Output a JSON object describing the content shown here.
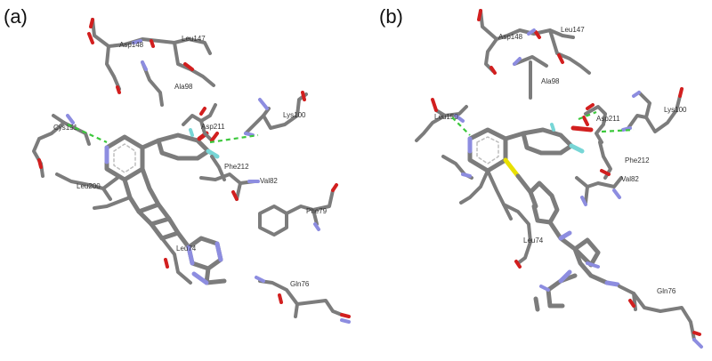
{
  "panels": [
    {
      "label": "(a)",
      "residues": [
        {
          "id": "asp148",
          "text": "Asp148"
        },
        {
          "id": "leu147",
          "text": "Leu147"
        },
        {
          "id": "ala98",
          "text": "Ala98"
        },
        {
          "id": "asp211",
          "text": "Asp211"
        },
        {
          "id": "lys100",
          "text": "Lys100"
        },
        {
          "id": "phe212",
          "text": "Phe212"
        },
        {
          "id": "val82",
          "text": "Val82"
        },
        {
          "id": "phe79",
          "text": "Phe79"
        },
        {
          "id": "leu200",
          "text": "Leu200"
        },
        {
          "id": "leu74",
          "text": "Leu74"
        },
        {
          "id": "gln76",
          "text": "Gln76"
        },
        {
          "id": "cys151",
          "text": "Cys151"
        }
      ]
    },
    {
      "label": "(b)",
      "residues": [
        {
          "id": "asp148",
          "text": "Asp148"
        },
        {
          "id": "leu147",
          "text": "Leu147"
        },
        {
          "id": "ala98",
          "text": "Ala98"
        },
        {
          "id": "asp211",
          "text": "Asp211"
        },
        {
          "id": "lys100",
          "text": "Lys100"
        },
        {
          "id": "phe212",
          "text": "Phe212"
        },
        {
          "id": "val82",
          "text": "Val82"
        },
        {
          "id": "leu150",
          "text": "Leu150"
        },
        {
          "id": "leu74",
          "text": "Leu74"
        },
        {
          "id": "gln76",
          "text": "Gln76"
        }
      ]
    }
  ],
  "colors": {
    "carbon": "#7c7c7c",
    "nitrogen": "#8d8de0",
    "oxygen": "#d21f1f",
    "fluorine": "#77d6d6",
    "sulfur": "#e8e000",
    "hbond": "#3cc83c"
  }
}
